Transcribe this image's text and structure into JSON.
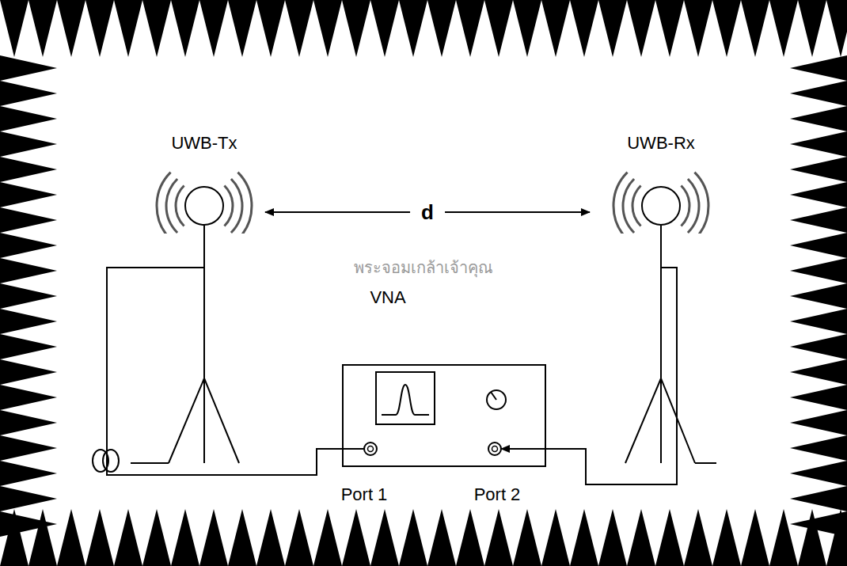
{
  "diagram": {
    "nodes": [
      {
        "text": [
          "UWB-Tx"
        ]
      },
      {
        "text": [
          "UWB-Rx"
        ]
      },
      {
        "text": [
          "VNA"
        ]
      }
    ],
    "edges": [
      {
        "from": 0,
        "to": 1,
        "label": "d",
        "arrow": "both"
      },
      {
        "from": 0,
        "to": 2,
        "arrow": "none"
      },
      {
        "from": 1,
        "to": 2,
        "arrow": "to"
      }
    ],
    "labels": [
      "Port 1",
      "Port 2",
      "พระจอมเกล้าเจ้าคุณ"
    ]
  }
}
